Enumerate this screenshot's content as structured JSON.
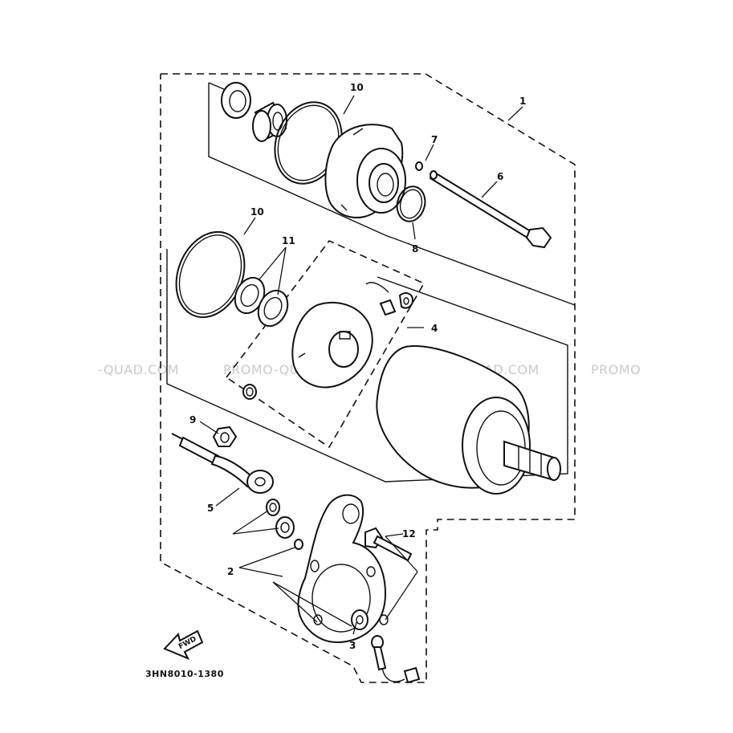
{
  "diagram": {
    "code_label": "3HN8010-1380",
    "fwd_label": "FWD",
    "watermarks": [
      "-QUAD.COM",
      "PROMO-QUAD.COM",
      "PROMO-QUAD.COM",
      "PROMO"
    ],
    "callouts": {
      "c1": "1",
      "c2": "2",
      "c3": "3",
      "c4": "4",
      "c5": "5",
      "c6": "6",
      "c7": "7",
      "c8": "8",
      "c9": "9",
      "c10a": "10",
      "c10b": "10",
      "c11": "11",
      "c12": "12"
    }
  }
}
